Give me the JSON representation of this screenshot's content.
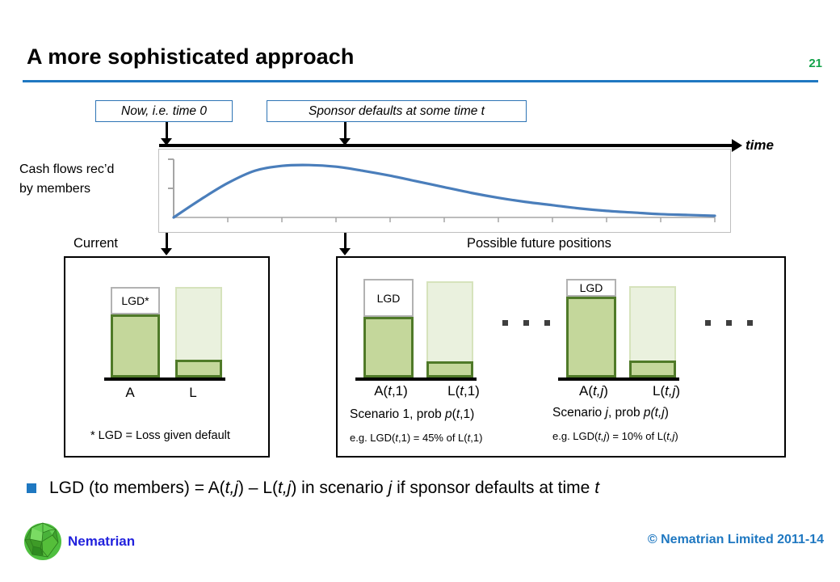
{
  "header": {
    "title": "A more sophisticated approach",
    "page_number": "21",
    "rule_color": "#1F78C1",
    "page_number_color": "#13A34A"
  },
  "timeline": {
    "callout_now": "Now, i.e. time 0",
    "callout_sponsor": "Sponsor defaults at some time t",
    "axis_label": "time"
  },
  "cashflow": {
    "caption_line1": "Cash flows rec’d",
    "caption_line2": "by members",
    "curve_color": "#4A7EBB",
    "axis_color": "#A6A6A6"
  },
  "sections": {
    "current_label": "Current",
    "future_label": "Possible future positions"
  },
  "colors": {
    "asset_fill": "#C4D79B",
    "asset_border": "#4F7A28",
    "liability_fill": "#EAF1DE",
    "liability_border": "#D6E3BC",
    "lgd_box_border": "#B2B2B2",
    "lgd_box_fill": "#FFFFFF",
    "bullet": "#1F78C1",
    "brand_text": "#2222DD",
    "copyright_text": "#1F78C1"
  },
  "panel_current": {
    "lgd_cap_label": "LGD*",
    "asset_label": "A",
    "liability_label": "L",
    "footnote": "* LGD = Loss given default"
  },
  "panel_future": {
    "scenarios": [
      {
        "lgd_cap_label": "LGD",
        "asset_label_prefix": "A(",
        "asset_label_var": "t",
        "asset_label_suffix": ",1)",
        "liability_label_prefix": "L(",
        "liability_label_var": "t",
        "liability_label_suffix": ",1)",
        "scenario_text_a": "Scenario 1, prob ",
        "scenario_text_p": "p",
        "scenario_text_b": "(",
        "scenario_text_t": "t",
        "scenario_text_c": ",1)",
        "eg_a": "e.g. LGD(",
        "eg_t": "t",
        "eg_b": ",1)  = 45% of L(",
        "eg_t2": "t",
        "eg_c": ",1)"
      },
      {
        "lgd_cap_label": "LGD",
        "asset_label_prefix": "A(",
        "asset_label_var": "t,j",
        "asset_label_suffix": ")",
        "liability_label_prefix": "L(",
        "liability_label_var": "t,j",
        "liability_label_suffix": ")",
        "scenario_text_a": "Scenario ",
        "scenario_text_p": "j",
        "scenario_text_b": ", prob ",
        "scenario_text_t": "p(t,j",
        "scenario_text_c": ")",
        "eg_a": "e.g. LGD(",
        "eg_t": "t,j",
        "eg_b": ") = 10% of L(",
        "eg_t2": "t,j",
        "eg_c": ")"
      }
    ],
    "ellipsis_symbol": "."
  },
  "bullet": {
    "text_1": "LGD (to members) = A(",
    "italic_1": "t,j",
    "text_2": ") – L(",
    "italic_2": "t,j",
    "text_3": ") in scenario ",
    "italic_3": "j",
    "text_4": " if sponsor defaults at time ",
    "italic_4": "t"
  },
  "footer": {
    "brand": "Nematrian",
    "copyright": "© Nematrian Limited 2011-14"
  },
  "chart_data": {
    "type": "line",
    "title": "",
    "xlabel": "time",
    "ylabel": "Cash flows rec’d by members",
    "x": [
      0,
      5,
      10,
      15,
      20,
      25,
      30,
      35,
      40,
      45,
      50,
      55,
      60,
      65,
      70,
      75,
      80,
      85,
      90,
      95,
      100
    ],
    "y": [
      0,
      22,
      42,
      57,
      63,
      64,
      62,
      57,
      51,
      44,
      37,
      30,
      24,
      19,
      15,
      11,
      8,
      6,
      4,
      3,
      2
    ],
    "ylim": [
      0,
      100
    ],
    "xlim": [
      0,
      100
    ],
    "grid": false,
    "legend": "none",
    "series": [
      {
        "name": "Cash flows rec’d by members",
        "color": "#4A7EBB",
        "values": [
          0,
          22,
          42,
          57,
          63,
          64,
          62,
          57,
          51,
          44,
          37,
          30,
          24,
          19,
          15,
          11,
          8,
          6,
          4,
          3,
          2
        ]
      }
    ]
  },
  "bar_values": {
    "note": "relative bar heights as fractions of panel plot area",
    "current": {
      "asset_body": 0.62,
      "lgd_cap": 0.22,
      "liability_body": 0.84,
      "liability_base": 0.12
    },
    "scenario_1": {
      "asset_body": 0.6,
      "lgd_cap": 0.32,
      "liability_body": 0.89,
      "liability_base": 0.11
    },
    "scenario_j": {
      "asset_body": 0.78,
      "lgd_cap": 0.11,
      "liability_body": 0.84,
      "liability_base": 0.12
    }
  }
}
